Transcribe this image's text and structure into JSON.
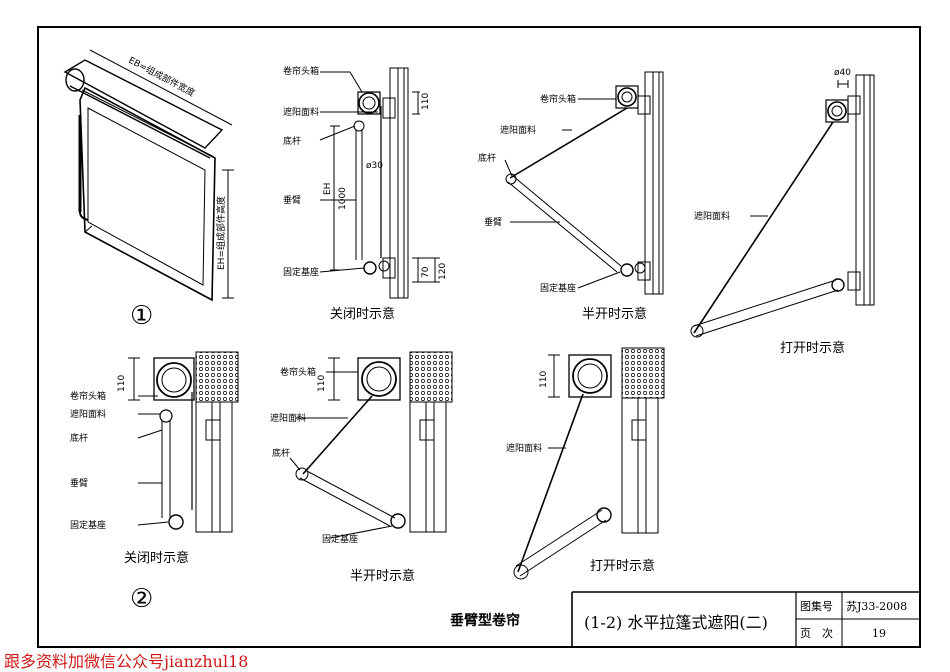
{
  "title_block": {
    "category": "垂臂型卷帘",
    "title": "(1-2) 水平拉篷式遮阳(二)",
    "atlas_label": "图集号",
    "atlas_value": "苏J33-2008",
    "page_label": "页　次",
    "page_value": "19"
  },
  "markers": {
    "one": "①",
    "two": "②"
  },
  "iso_view": {
    "eb": "EB=组成部件宽度",
    "eh": "EH=组成部件高度"
  },
  "view1_closed": {
    "box": "卷帘头箱",
    "fabric": "遮阳面料",
    "bar": "底杆",
    "arm": "垂臂",
    "base": "固定基座",
    "dim110": "110",
    "phi30": "ø30",
    "eh": "EH",
    "dim1000": "1000",
    "dim70": "70",
    "dim120": "120",
    "caption": "关闭时示意"
  },
  "view1_half": {
    "box": "卷帘头箱",
    "fabric": "遮阳面料",
    "bar": "底杆",
    "arm": "垂臂",
    "base": "固定基座",
    "caption": "半开时示意"
  },
  "view1_open": {
    "phi40": "ø40",
    "fabric": "遮阳面料",
    "caption": "打开时示意"
  },
  "view2_closed": {
    "dim110": "110",
    "box": "卷帘头箱",
    "fabric": "遮阳面料",
    "bar": "底杆",
    "arm": "垂臂",
    "base": "固定基座",
    "caption": "关闭时示意"
  },
  "view2_half": {
    "box": "卷帘头箱",
    "dim110": "110",
    "fabric": "遮阳面料",
    "bar": "底杆",
    "base": "固定基座",
    "caption": "半开时示意"
  },
  "view2_open": {
    "dim110": "110",
    "fabric": "遮阳面料",
    "caption": "打开时示意"
  },
  "watermark": "跟多资料加微信公众号jianzhul18"
}
